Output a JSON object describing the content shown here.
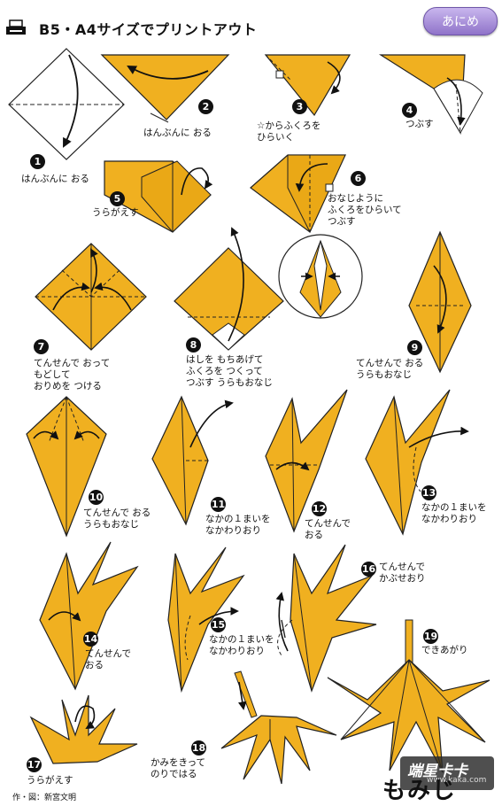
{
  "header": {
    "title": "B5・A4サイズでプリントアウト",
    "nav_button": "あにめ"
  },
  "steps": [
    {
      "n": "1",
      "text": "はんぶんに おる"
    },
    {
      "n": "2",
      "text": "はんぶんに おる"
    },
    {
      "n": "3",
      "text": "☆からふくろを\nひらいく"
    },
    {
      "n": "4",
      "text": "つぶす"
    },
    {
      "n": "5",
      "text": "うらがえす"
    },
    {
      "n": "6",
      "text": "おなじように\nふくろをひらいて\nつぶす"
    },
    {
      "n": "7",
      "text": "てんせんで おって\nもどして\nおりめを つける"
    },
    {
      "n": "8",
      "text": "はしを もちあげて\nふくろを つくって\nつぶす うらもおなじ"
    },
    {
      "n": "9",
      "text": "てんせんで おる\nうらもおなじ"
    },
    {
      "n": "10",
      "text": "てんせんで おる\nうらもおなじ"
    },
    {
      "n": "11",
      "text": "なかの１まいを\nなかわりおり"
    },
    {
      "n": "12",
      "text": "てんせんで\nおる"
    },
    {
      "n": "13",
      "text": "なかの１まいを\nなかわりおり"
    },
    {
      "n": "14",
      "text": "てんせんで\nおる"
    },
    {
      "n": "15",
      "text": "なかの１まいを\nなかわりおり"
    },
    {
      "n": "16",
      "text": "てんせんで\nかぶせおり"
    },
    {
      "n": "17",
      "text": "うらがえす"
    },
    {
      "n": "18",
      "text": "かみをきって\nのりではる"
    },
    {
      "n": "19",
      "text": "できあがり"
    }
  ],
  "credit": "作・図：新宮文明",
  "final_title": "もみじ",
  "watermark": {
    "main": "端星卡卡",
    "sub": "www.kaka.com"
  },
  "colors": {
    "paper": "#f0b020",
    "paper_dark": "#d68f0a",
    "line": "#222222",
    "accent": "#8f73c9"
  }
}
